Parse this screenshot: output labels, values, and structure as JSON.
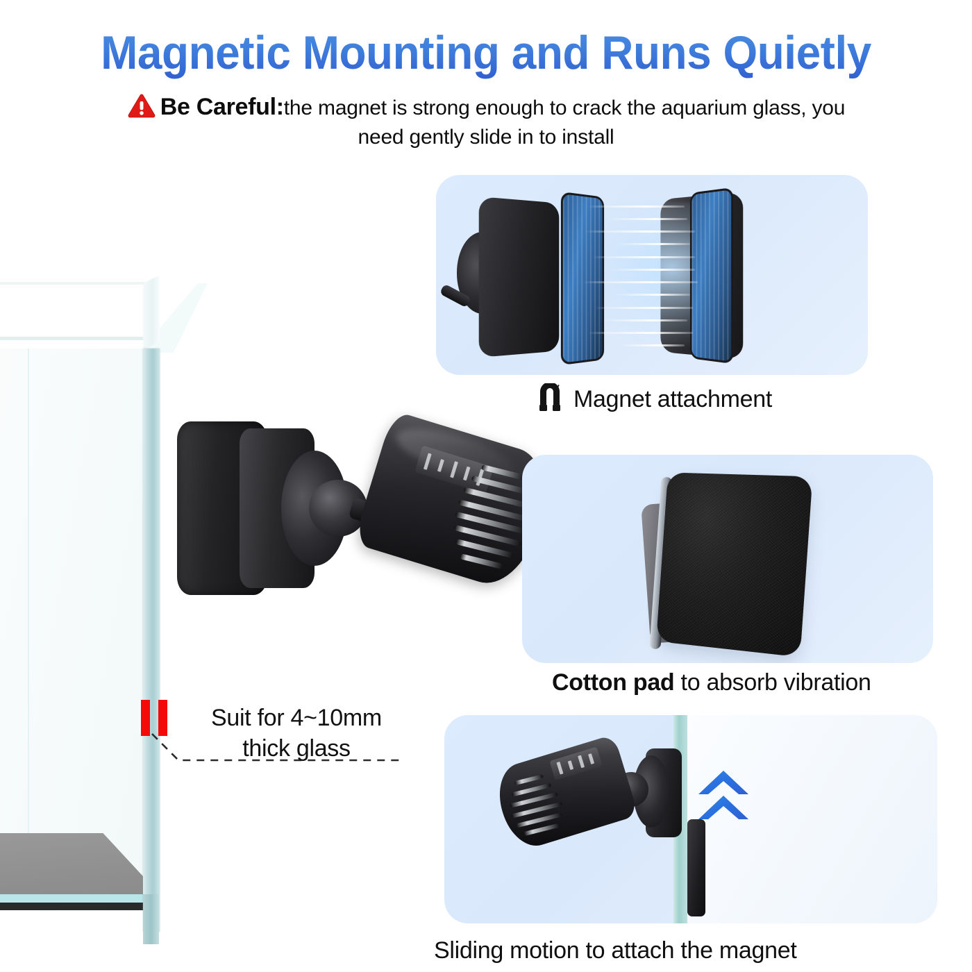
{
  "header": {
    "title": "Magnetic Mounting and Runs Quietly",
    "title_color": "#3b7bdc",
    "warning_icon": "warning-triangle-icon",
    "warning_color": "#e01b17",
    "caution_label": "Be Careful:",
    "caution_body_line1": "the magnet is strong enough to crack the aquarium glass, you",
    "caution_body_line2": "need gently slide in to install"
  },
  "tank": {
    "glass_marker_color": "#f50a0a",
    "caption_line1": "Suit for 4~10mm",
    "caption_line2": "thick glass"
  },
  "panels": {
    "background_color": "#dbe9fc",
    "magnet": {
      "icon": "horseshoe-magnet-icon",
      "caption": "Magnet attachment",
      "field_line_color": "#ffffff",
      "magnet_face_color": "#3d7ec2"
    },
    "cotton": {
      "caption_bold": "Cotton pad",
      "caption_rest": " to absorb vibration",
      "pad_color": "#1b1b1b"
    },
    "slide": {
      "caption": "Sliding motion to attach the magnet",
      "arrow_icon": "double-chevron-up-icon",
      "arrow_color": "#2a7de1"
    }
  }
}
